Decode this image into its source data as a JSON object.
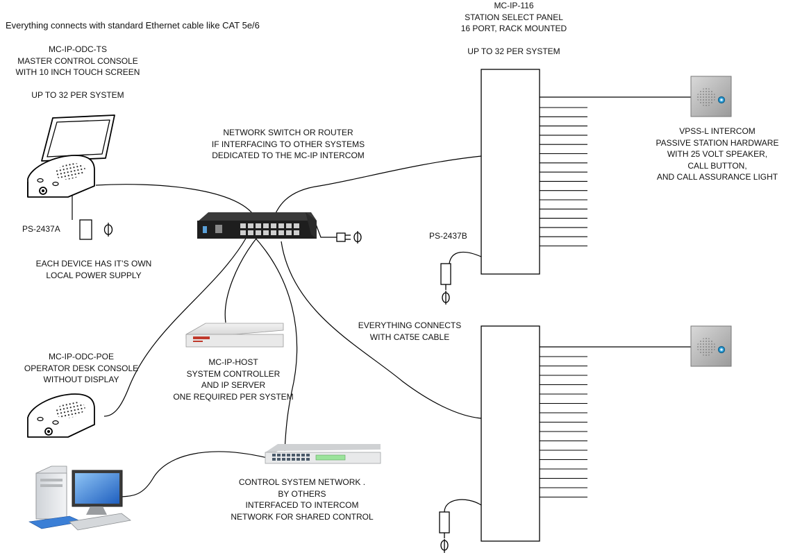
{
  "header_note": "Everything connects with standard Ethernet cable like CAT 5e/6",
  "master_console": {
    "lines": [
      "MC-IP-ODC-TS",
      "MASTER CONTROL CONSOLE",
      "WITH 10 INCH TOUCH SCREEN",
      "",
      "UP TO 32 PER SYSTEM"
    ]
  },
  "station_panel": {
    "lines": [
      "MC-IP-116",
      "STATION SELECT PANEL",
      "16 PORT, RACK MOUNTED",
      "",
      "UP TO 32 PER SYSTEM"
    ]
  },
  "network_switch": {
    "lines": [
      "NETWORK SWITCH OR ROUTER",
      "IF INTERFACING TO OTHER SYSTEMS",
      "DEDICATED TO THE MC-IP INTERCOM"
    ]
  },
  "intercom_station": {
    "lines": [
      "VPSS-L INTERCOM",
      "PASSIVE STATION HARDWARE",
      "WITH 25 VOLT SPEAKER,",
      "CALL BUTTON,",
      "AND CALL ASSURANCE LIGHT"
    ]
  },
  "power_supply_a": {
    "label": "PS-2437A"
  },
  "power_supply_b": {
    "label": "PS-2437B"
  },
  "power_note": {
    "lines": [
      "EACH DEVICE HAS IT’S OWN",
      "LOCAL POWER SUPPLY"
    ]
  },
  "cat5e_note": {
    "lines": [
      "EVERYTHING CONNECTS",
      "WITH CAT5E CABLE"
    ]
  },
  "operator_console": {
    "lines": [
      "MC-IP-ODC-POE",
      "OPERATOR DESK CONSOLE",
      "WITHOUT DISPLAY"
    ]
  },
  "host_controller": {
    "lines": [
      "MC-IP-HOST",
      "SYSTEM CONTROLLER",
      "AND IP SERVER",
      "ONE REQUIRED PER SYSTEM"
    ]
  },
  "control_network": {
    "lines": [
      "CONTROL SYSTEM NETWORK .",
      "BY OTHERS",
      "INTERFACED TO INTERCOM",
      "NETWORK FOR SHARED CONTROL"
    ]
  },
  "icons": [
    "touch-screen-console-icon",
    "network-switch-icon",
    "host-server-icon",
    "desk-console-icon",
    "network-hub-icon",
    "desktop-computer-icon",
    "intercom-station-icon",
    "power-supply-icon",
    "power-plug-icon"
  ],
  "colors": {
    "line": "#000000",
    "switch_body": "#1e1e1e",
    "intercom_plate": "#b9b9b9",
    "call_light": "#2e9fd8",
    "server_body": "#e6e6e6",
    "server_logo": "#c0392b",
    "monitor_screen": "#2d6fd1"
  }
}
